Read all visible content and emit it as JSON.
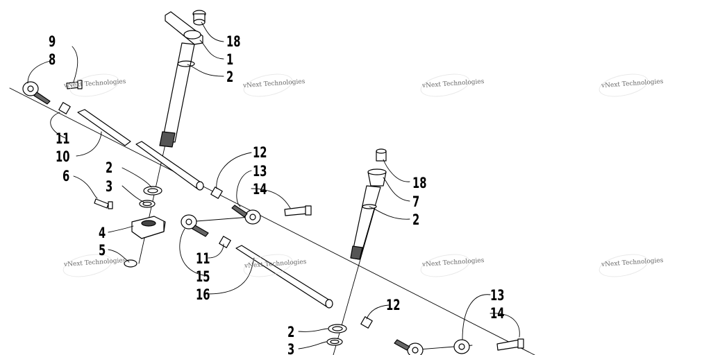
{
  "diagram": {
    "callouts": [
      "9",
      "8",
      "18",
      "1",
      "2",
      "11",
      "10",
      "12",
      "13",
      "14",
      "2",
      "3",
      "6",
      "4",
      "5",
      "18",
      "7",
      "2",
      "11",
      "15",
      "16",
      "12",
      "2",
      "3",
      "13",
      "14"
    ],
    "watermark": "vNext Technologies"
  }
}
